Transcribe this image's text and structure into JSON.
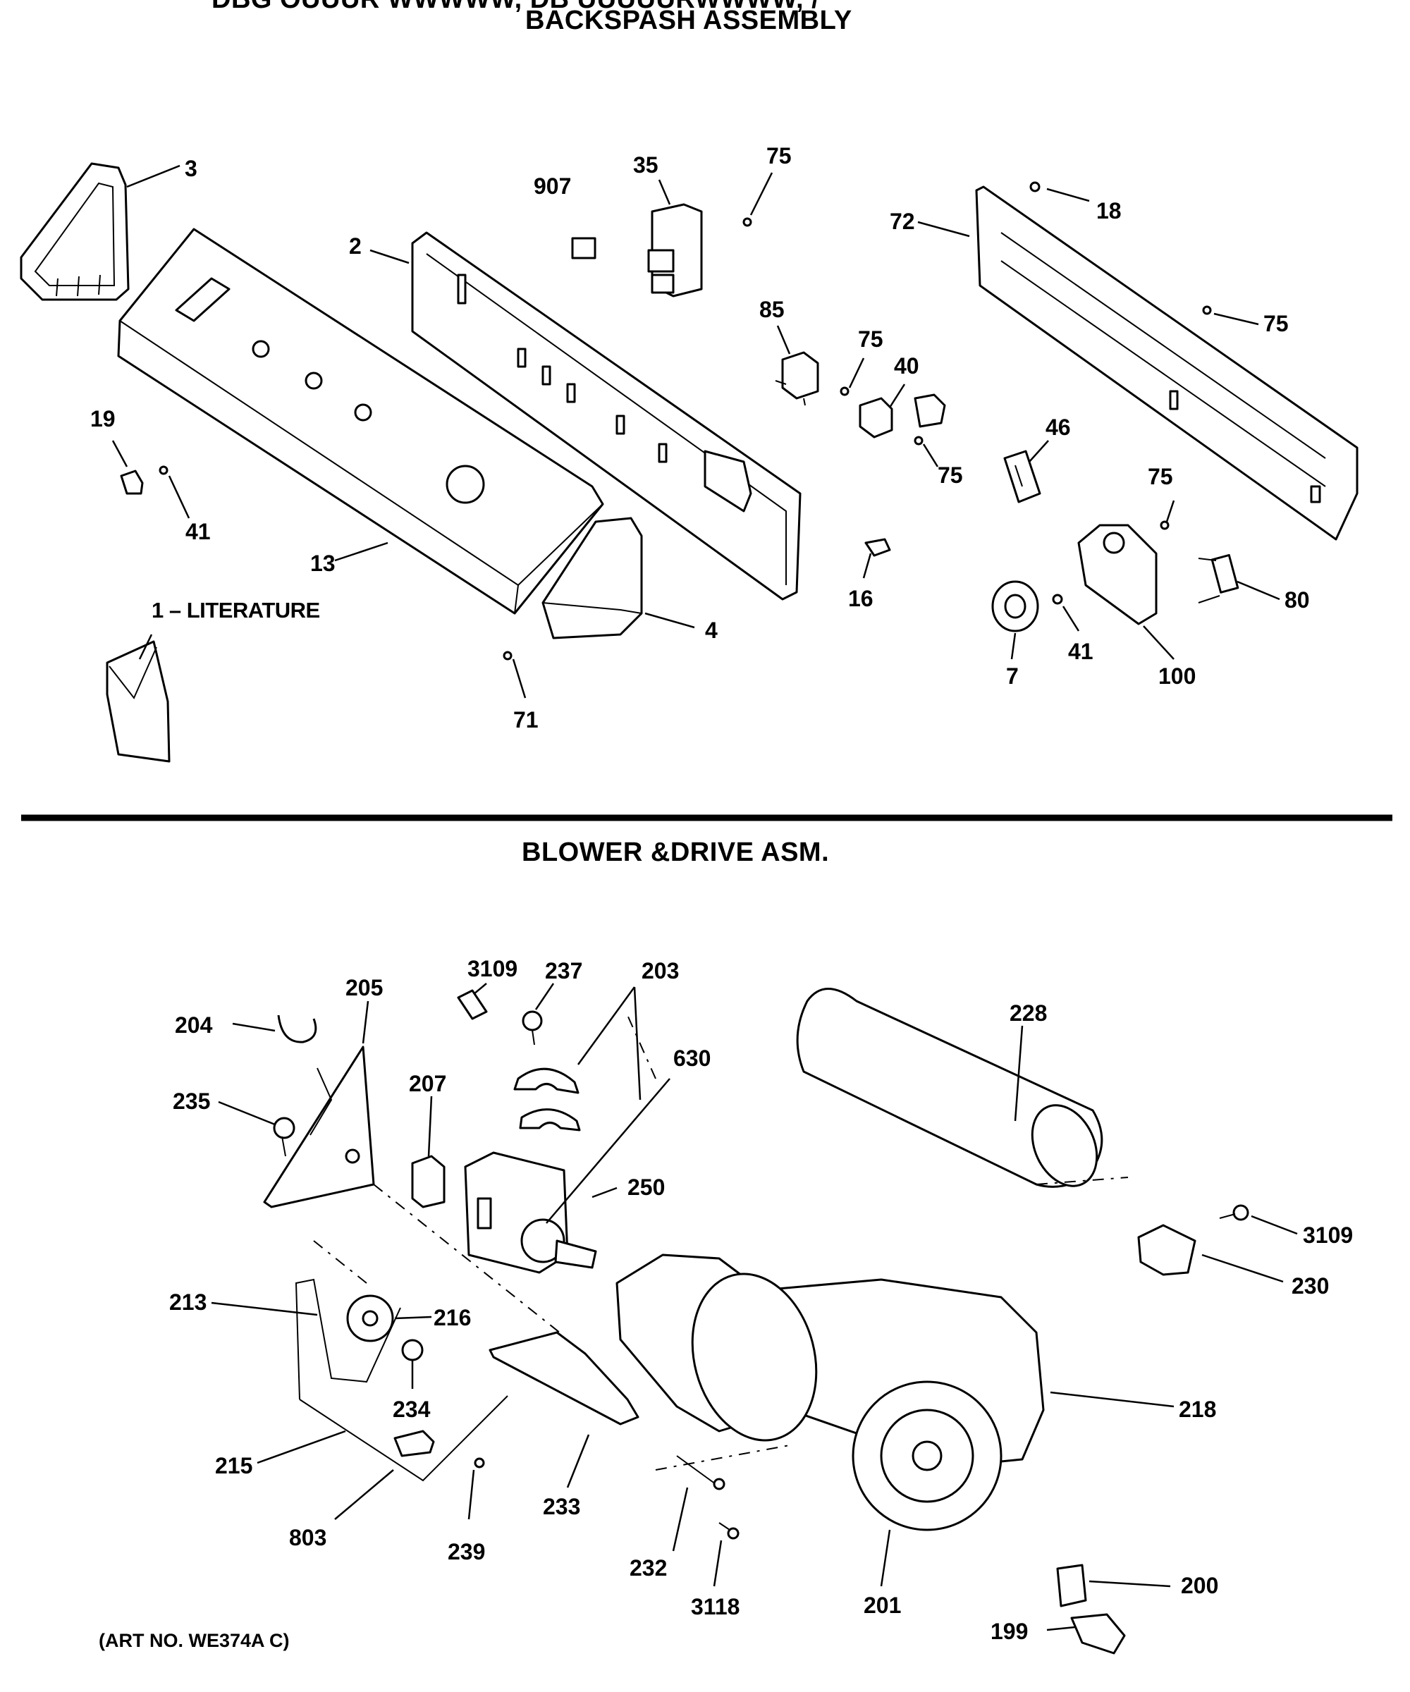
{
  "header": {
    "cut_title": "DBG OUUUR WWWWW, DB UUUUURWWWW, / ",
    "section1_title": "BACKSPASH ASSEMBLY",
    "section2_title": "BLOWER &DRIVE ASM."
  },
  "footer": {
    "art_number": "(ART NO. WE374A C)"
  },
  "literature_label": "1 – LITERATURE",
  "backsplash_callouts": [
    {
      "id": "p3",
      "label": "3"
    },
    {
      "id": "p2",
      "label": "2"
    },
    {
      "id": "p907",
      "label": "907"
    },
    {
      "id": "p35",
      "label": "35"
    },
    {
      "id": "p75a",
      "label": "75"
    },
    {
      "id": "p72",
      "label": "72"
    },
    {
      "id": "p18",
      "label": "18"
    },
    {
      "id": "p75b",
      "label": "75"
    },
    {
      "id": "p85",
      "label": "85"
    },
    {
      "id": "p75c",
      "label": "75"
    },
    {
      "id": "p40",
      "label": "40"
    },
    {
      "id": "p75d",
      "label": "75"
    },
    {
      "id": "p46",
      "label": "46"
    },
    {
      "id": "p75e",
      "label": "75"
    },
    {
      "id": "p19",
      "label": "19"
    },
    {
      "id": "p41a",
      "label": "41"
    },
    {
      "id": "p13",
      "label": "13"
    },
    {
      "id": "p4",
      "label": "4"
    },
    {
      "id": "p71",
      "label": "71"
    },
    {
      "id": "p16",
      "label": "16"
    },
    {
      "id": "p80",
      "label": "80"
    },
    {
      "id": "p7",
      "label": "7"
    },
    {
      "id": "p41b",
      "label": "41"
    },
    {
      "id": "p100",
      "label": "100"
    }
  ],
  "blower_callouts": [
    {
      "id": "p3109a",
      "label": "3109"
    },
    {
      "id": "p237",
      "label": "237"
    },
    {
      "id": "p203",
      "label": "203"
    },
    {
      "id": "p205",
      "label": "205"
    },
    {
      "id": "p204",
      "label": "204"
    },
    {
      "id": "p228",
      "label": "228"
    },
    {
      "id": "p630",
      "label": "630"
    },
    {
      "id": "p207",
      "label": "207"
    },
    {
      "id": "p235",
      "label": "235"
    },
    {
      "id": "p250",
      "label": "250"
    },
    {
      "id": "p3109b",
      "label": "3109"
    },
    {
      "id": "p230",
      "label": "230"
    },
    {
      "id": "p213",
      "label": "213"
    },
    {
      "id": "p216",
      "label": "216"
    },
    {
      "id": "p234",
      "label": "234"
    },
    {
      "id": "p218",
      "label": "218"
    },
    {
      "id": "p215",
      "label": "215"
    },
    {
      "id": "p233",
      "label": "233"
    },
    {
      "id": "p803",
      "label": "803"
    },
    {
      "id": "p239",
      "label": "239"
    },
    {
      "id": "p232",
      "label": "232"
    },
    {
      "id": "p3118",
      "label": "3118"
    },
    {
      "id": "p201",
      "label": "201"
    },
    {
      "id": "p200",
      "label": "200"
    },
    {
      "id": "p199",
      "label": "199"
    }
  ]
}
